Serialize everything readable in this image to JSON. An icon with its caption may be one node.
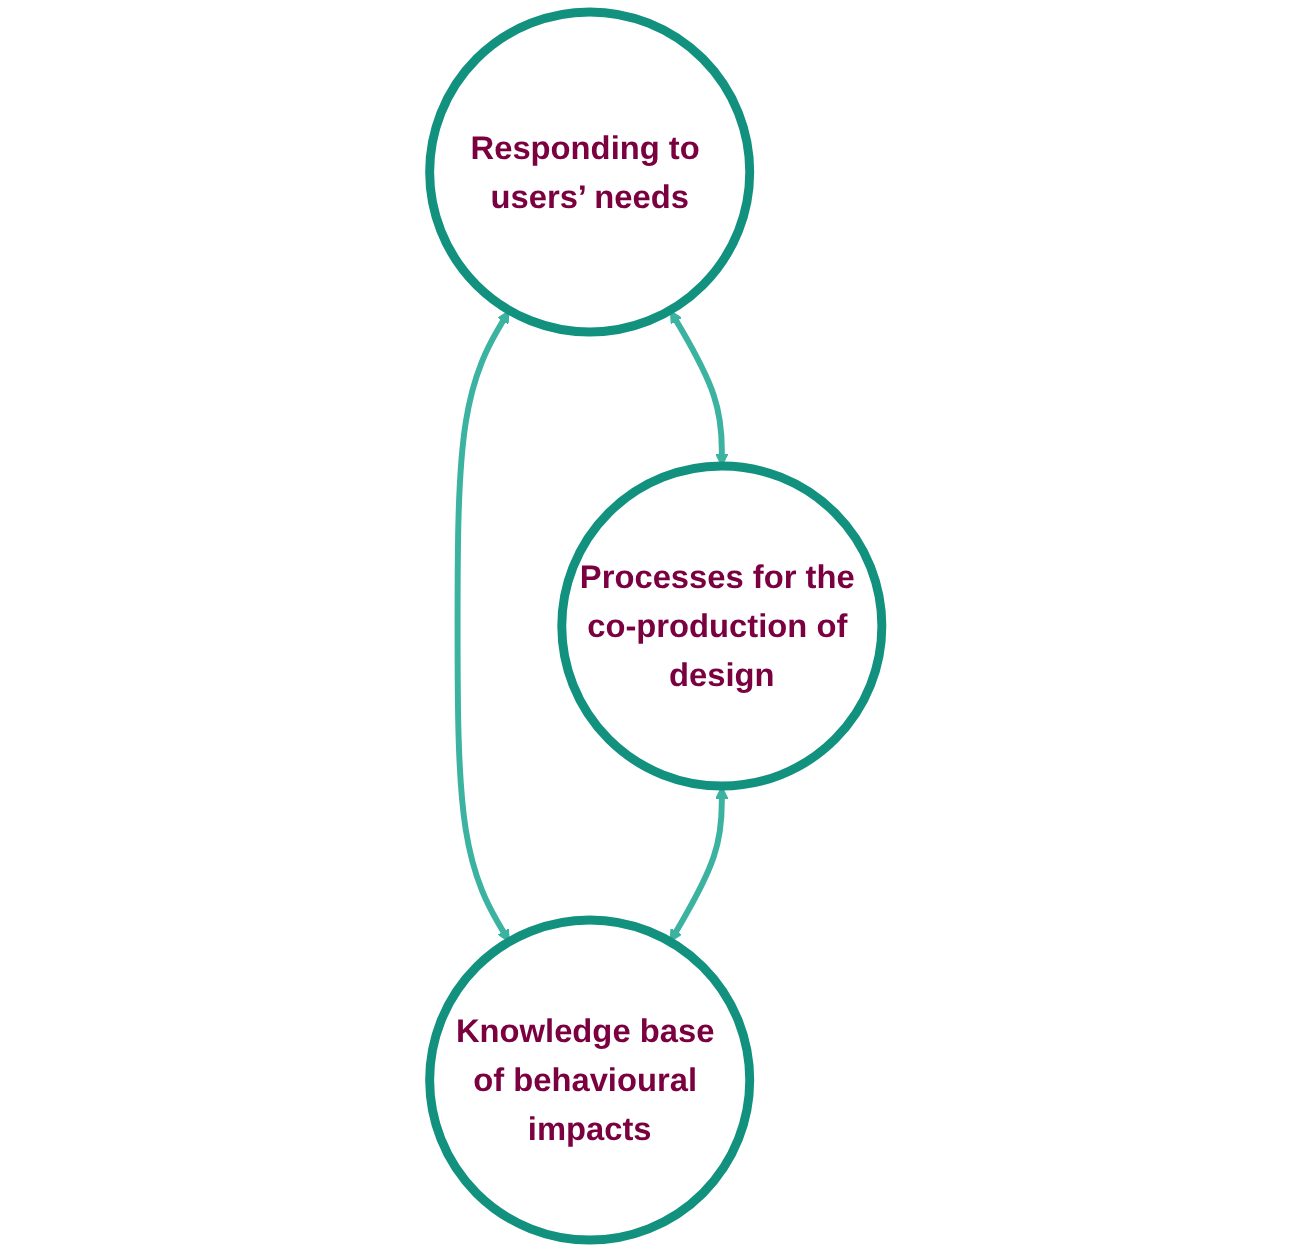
{
  "diagram": {
    "nodes": [
      {
        "text": [
          "Responding to users’ needs"
        ]
      },
      {
        "text": [
          "Processes for the co-production of design"
        ]
      },
      {
        "text": [
          "Knowledge base of behavioural impacts"
        ]
      }
    ],
    "edges": [
      {
        "from": 0,
        "to": 1,
        "arrow": "both"
      },
      {
        "from": 0,
        "to": 2,
        "arrow": "both"
      },
      {
        "from": 1,
        "to": 2,
        "arrow": "both"
      }
    ]
  }
}
